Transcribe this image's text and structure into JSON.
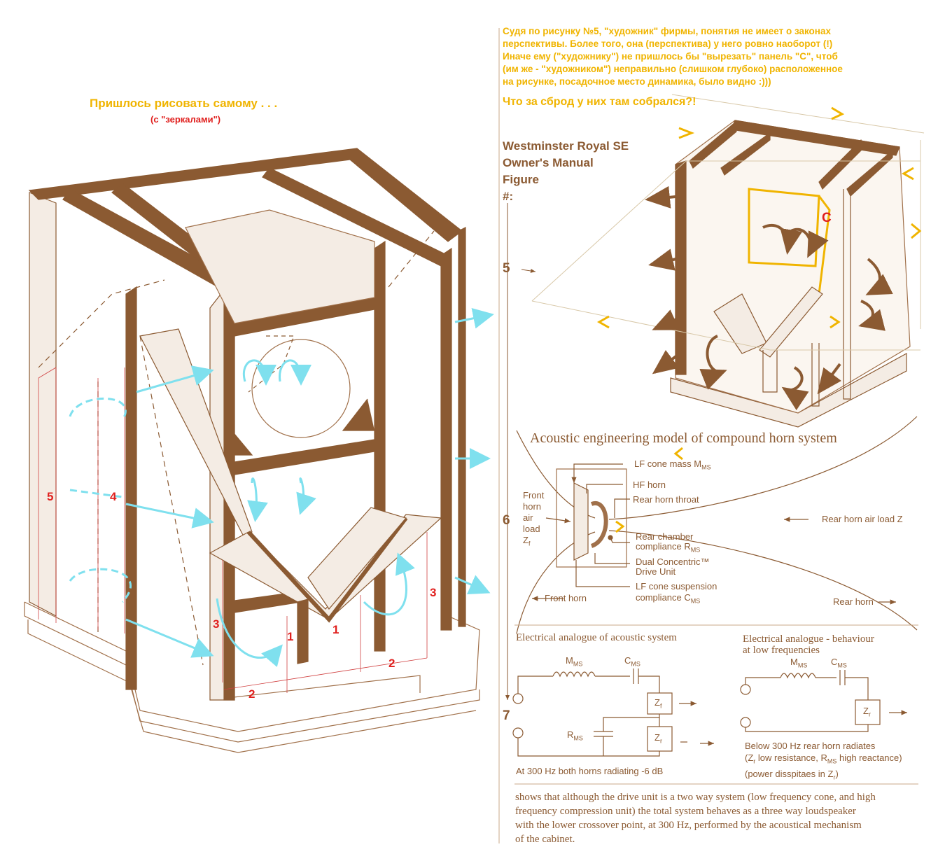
{
  "left_title": "Пришлось рисовать самому . . .",
  "left_subtitle": "(с  \"зеркалами\")",
  "left_labels": {
    "l1a": "1",
    "l1b": "1",
    "l2a": "2",
    "l2b": "2",
    "l3a": "3",
    "l3b": "3",
    "l4": "4",
    "l5": "5"
  },
  "comment_lines": [
    "Судя по рисунку №5, \"художник\" фирмы, понятия не имеет о законах",
    "перспективы. Более того, она (перспектива) у него ровно наоборот (!)",
    "Иначе ему (\"художнику\") не пришлось бы \"вырезать\" панель \"С\", чтоб",
    "(им же - \"художником\") неправильно (слишком глубоко) расположенное",
    "на рисунке, посадочное место динамика, было видно :)))"
  ],
  "comment_question": "Что за сброд у них там собрался?!",
  "manual_title": [
    "Westminster Royal SE",
    "Owner's Manual",
    "Figure",
    "#:"
  ],
  "figure_numbers": {
    "f5": "5",
    "f6": "6",
    "f7": "7"
  },
  "panel_c": "C",
  "acoustic_title": "Acoustic engineering model of compound horn system",
  "acoustic_labels": {
    "lf_mass": "LF cone mass M",
    "lf_mass_sub": "MS",
    "hf_horn": "HF horn",
    "rear_throat": "Rear horn throat",
    "front_air": [
      "Front",
      "horn",
      "air",
      "load",
      "Z"
    ],
    "front_air_sub": "f",
    "rear_chamber_1": "Rear chamber",
    "rear_chamber_2": "compliance R",
    "rear_chamber_sub": "MS",
    "dual_1": "Dual Concentric™",
    "dual_2": "Drive Unit",
    "lf_susp_1": "LF cone suspension",
    "lf_susp_2": "compliance C",
    "lf_susp_sub": "MS",
    "rear_air": "Rear horn air load Z",
    "front_horn": "Front horn",
    "rear_horn": "Rear horn"
  },
  "elec1": {
    "title": "Electrical analogue of acoustic system",
    "m": "M",
    "m_sub": "MS",
    "c": "C",
    "c_sub": "MS",
    "r": "R",
    "r_sub": "MS",
    "z": "Z",
    "zf_sub": "f",
    "zr_sub": "r",
    "caption": "At 300 Hz both horns radiating -6 dB"
  },
  "elec2": {
    "title_1": "Electrical analogue - behaviour",
    "title_2": "at low frequencies",
    "m": "M",
    "m_sub": "MS",
    "c": "C",
    "c_sub": "MS",
    "z": "Z",
    "z_sub": "r",
    "caption_1": "Below 300 Hz rear horn radiates",
    "caption_2a": "(Z",
    "caption_2a_sub": "r",
    "caption_2b": " low resistance, R",
    "caption_2b_sub": "MS",
    "caption_2c": " high reactance)",
    "caption_3a": "(power disspitaes in Z",
    "caption_3a_sub": "r",
    "caption_3b": ")"
  },
  "footer_lines": [
    "shows that although the drive unit is a two way system (low frequency cone, and high",
    "frequency compression unit) the total system  behaves as a three way loudspeaker",
    " with the lower crossover point, at 300 Hz, performed by the acoustical mechanism",
    " of the cabinet."
  ],
  "colors": {
    "wood": "#8b5a32",
    "line": "#a0704a",
    "cyan": "#7fe0ee",
    "red": "#e0201e",
    "yellow": "#f0b400",
    "thin": "#b08060"
  }
}
